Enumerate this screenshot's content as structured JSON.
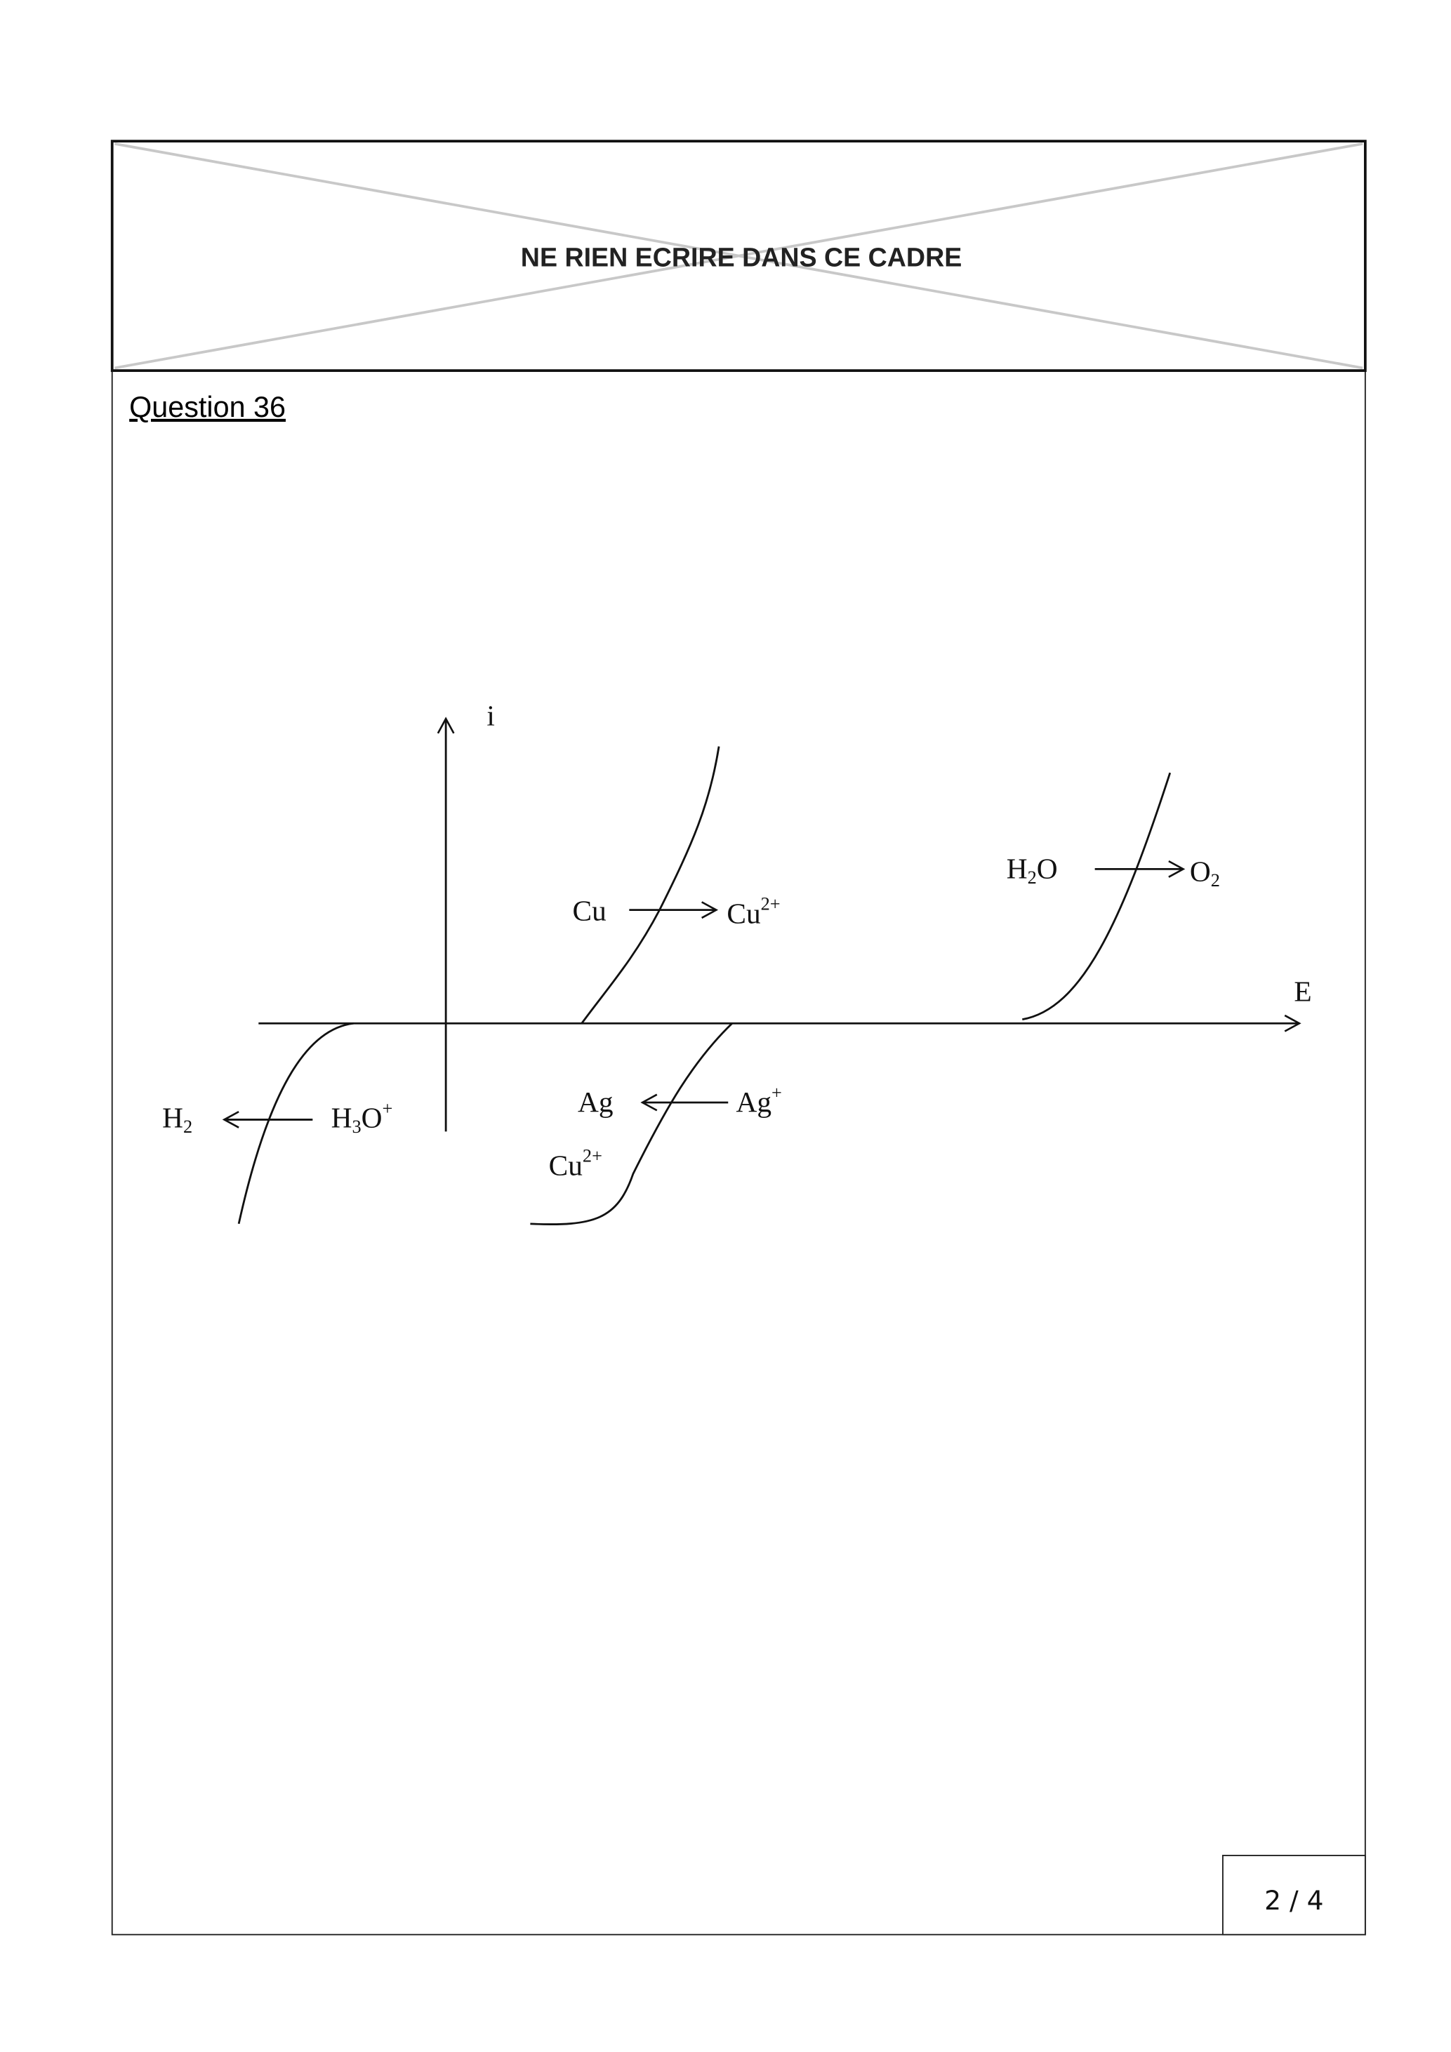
{
  "header": {
    "notice": "NE RIEN ECRIRE DANS CE CADRE"
  },
  "question": {
    "title": "Question 36"
  },
  "diagram": {
    "axis_x_label": "E",
    "axis_y_label": "i",
    "labels": {
      "cu_ox_left": "Cu",
      "cu_ox_right": "Cu",
      "cu_ox_right_sup": "2+",
      "h2o": "H",
      "h2o_sub": "2",
      "h2o_rest": "O",
      "o2": "O",
      "o2_sub": "2",
      "h2": "H",
      "h2_sub": "2",
      "h3o": "H",
      "h3o_sub": "3",
      "h3o_rest": "O",
      "h3o_sup": "+",
      "ag": "Ag",
      "ag_plus": "Ag",
      "ag_plus_sup": "+",
      "cu2_red": "Cu",
      "cu2_red_sup": "2+"
    }
  },
  "footer": {
    "page": "2 / 4"
  }
}
